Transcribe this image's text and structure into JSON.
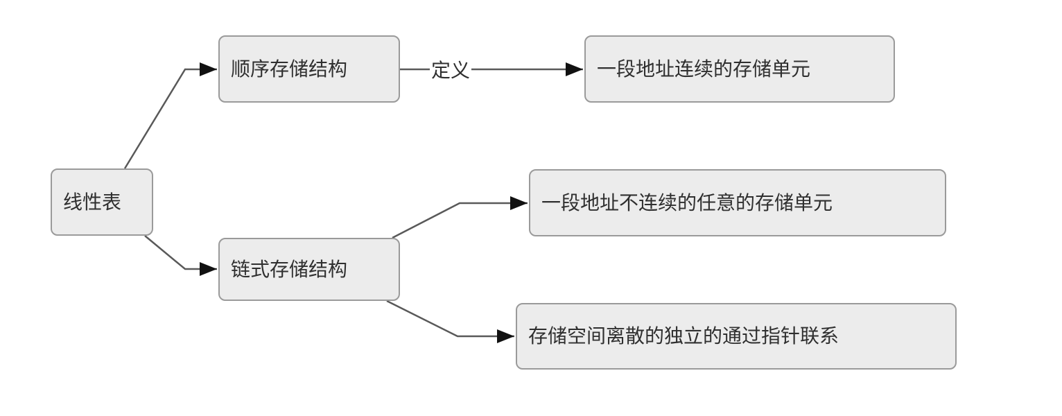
{
  "diagram": {
    "type": "flowchart",
    "language": "zh-CN",
    "nodes": {
      "root": {
        "label": "线性表"
      },
      "sequential": {
        "label": "顺序存储结构"
      },
      "sequential_definition": {
        "label": "一段地址连续的存储单元"
      },
      "linked": {
        "label": "链式存储结构"
      },
      "linked_detail_1": {
        "label": "一段地址不连续的任意的存储单元"
      },
      "linked_detail_2": {
        "label": "存储空间离散的独立的通过指针联系"
      }
    },
    "edges": [
      {
        "from": "root",
        "to": "sequential",
        "label": ""
      },
      {
        "from": "root",
        "to": "linked",
        "label": ""
      },
      {
        "from": "sequential",
        "to": "sequential_definition",
        "label": "定义"
      },
      {
        "from": "linked",
        "to": "linked_detail_1",
        "label": ""
      },
      {
        "from": "linked",
        "to": "linked_detail_2",
        "label": ""
      }
    ],
    "colors": {
      "background": "#ffffff",
      "node_fill": "#ececec",
      "node_border": "#9a9a9a",
      "edge_line": "#595959",
      "arrowhead": "#111111",
      "text": "#2f2f2f"
    }
  }
}
